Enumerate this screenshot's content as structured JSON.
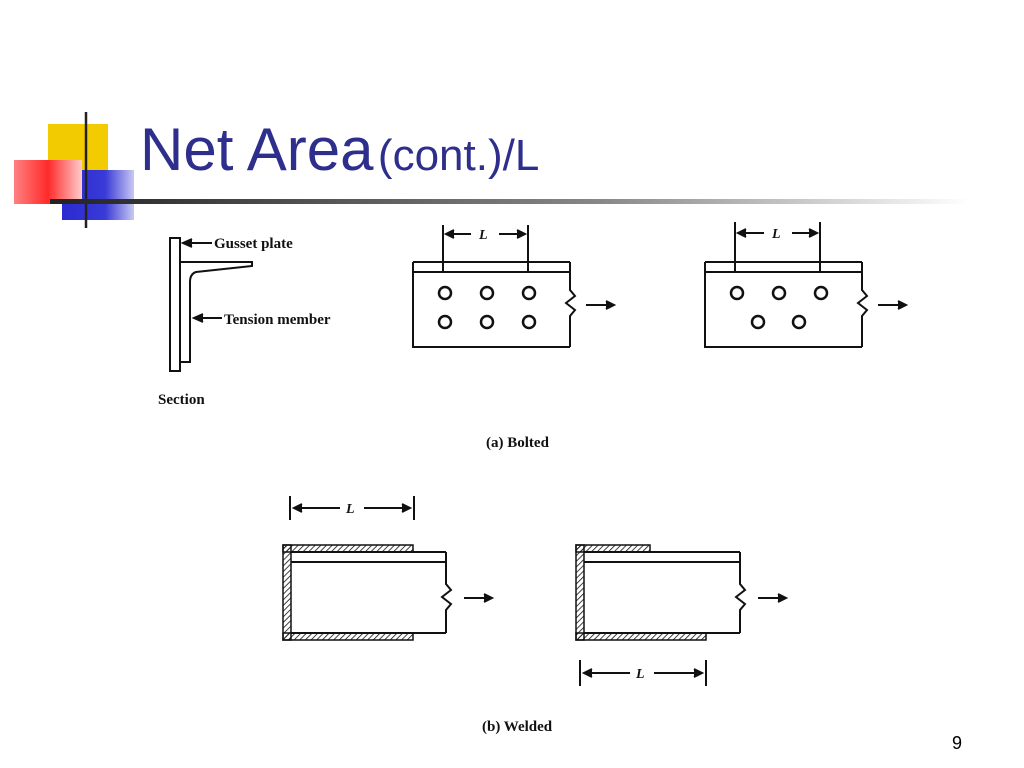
{
  "slide": {
    "title_main": "Net Area",
    "title_sub": "(cont.)/L",
    "page_number": "9"
  },
  "diagram": {
    "section": {
      "gusset_plate": "Gusset plate",
      "tension_member": "Tension member",
      "section_label": "Section"
    },
    "length_symbol": "L",
    "bolted_caption": "(a) Bolted",
    "welded_caption": "(b) Welded"
  },
  "colors": {
    "title": "#2e2e8c",
    "logo_yellow": "#f2cc00",
    "logo_red": "#ff3a3a",
    "logo_blue": "#3a3ad8"
  }
}
